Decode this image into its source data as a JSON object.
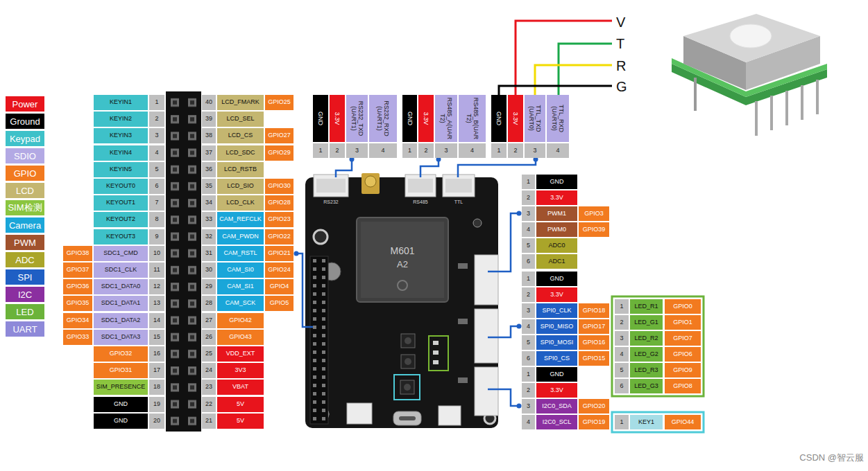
{
  "diagram": {
    "labels": [
      "V",
      "T",
      "R",
      "G",
      "GND",
      "3.3V",
      "RS232_TXD (UART1)",
      "RS232_RXD (UART1)",
      "1",
      "2",
      "3",
      "4",
      "GND",
      "3.3V",
      "RS485_A(UART2)",
      "RS485_B(UART2)",
      "1",
      "2",
      "3",
      "4",
      "GND",
      "3.3V",
      "TTL_TXD (UART0)",
      "TTL_RXD (UART0)",
      "1",
      "2",
      "3",
      "4",
      "KEYIN1",
      "1",
      "40",
      "LCD_FMARK",
      "GPIO25",
      "KEYIN2",
      "2",
      "39",
      "LCD_SEL",
      "KEYIN3",
      "3",
      "38",
      "LCD_CS",
      "GPIO27",
      "KEYIN4",
      "4",
      "37",
      "LCD_SDC",
      "GPIO29",
      "KEYIN5",
      "5",
      "36",
      "LCD_RSTB",
      "KEYOUT0",
      "6",
      "35",
      "LCD_SIO",
      "GPIO30",
      "KEYOUT1",
      "7",
      "34",
      "LCD_CLK",
      "GPIO28",
      "KEYOUT2",
      "8",
      "33",
      "CAM_REFCLK",
      "GPIO23",
      "KEYOUT3",
      "9",
      "32",
      "CAM_PWDN",
      "GPIO22",
      "GPIO38",
      "SDC1_CMD",
      "10",
      "31",
      "CAM_RSTL",
      "GPIO21",
      "GPIO37",
      "SDC1_CLK",
      "11",
      "30",
      "CAM_SI0",
      "GPIO24",
      "GPIO36",
      "SDC1_DATA0",
      "12",
      "29",
      "CAM_SI1",
      "GPIO4",
      "GPIO35",
      "SDC1_DATA1",
      "13",
      "28",
      "CAM_SCK",
      "GPIO5",
      "GPIO34",
      "SDC1_DATA2",
      "14",
      "27",
      "GPIO42",
      "GPIO33",
      "SDC1_DATA3",
      "15",
      "26",
      "GPIO43",
      "GPIO32",
      "16",
      "25",
      "VDD_EXT",
      "GPIO31",
      "17",
      "24",
      "3V3",
      "SIM_PRESENCE",
      "18",
      "23",
      "VBAT",
      "GND",
      "19",
      "22",
      "5V",
      "GND",
      "20",
      "21",
      "5V",
      "RS232",
      "RS485",
      "TTL",
      "M601",
      "A2",
      "1",
      "GND",
      "2",
      "3.3V",
      "3",
      "PWM1",
      "GPIO3",
      "4",
      "PWM0",
      "GPIO39",
      "5",
      "ADC0",
      "6",
      "ADC1",
      "1",
      "GND",
      "2",
      "3.3V",
      "3",
      "SPI0_CLK",
      "GPIO18",
      "4",
      "SPI0_MISO",
      "GPIO17",
      "5",
      "SPI0_MOSI",
      "GPIO16",
      "6",
      "SPI0_CS",
      "GPIO15",
      "1",
      "GND",
      "2",
      "3.3V",
      "3",
      "I2C0_SDA",
      "GPIO20",
      "4",
      "I2C0_SCL",
      "GPIO19",
      "1",
      "LED_R1",
      "GPIO0",
      "2",
      "LED_G1",
      "GPIO1",
      "3",
      "LED_R2",
      "GPIO7",
      "4",
      "LED_G2",
      "GPIO6",
      "5",
      "LED_R3",
      "GPIO9",
      "6",
      "LED_G3",
      "GPIO8",
      "1",
      "KEY1",
      "GPIO44",
      "CSDN @智云服"
    ],
    "legend": [
      {
        "text": "Power",
        "color": "#e8141c"
      },
      {
        "text": "Ground",
        "color": "#000000"
      },
      {
        "text": "Keypad",
        "color": "#3ec1c9"
      },
      {
        "text": "SDIO",
        "color": "#b3a9e4"
      },
      {
        "text": "GPIO",
        "color": "#f27a1f"
      },
      {
        "text": "LCD",
        "color": "#c4b670"
      },
      {
        "text": "SIM检测",
        "color": "#8bc53f"
      },
      {
        "text": "Camera",
        "color": "#1aa6d9"
      },
      {
        "text": "PWM",
        "color": "#a0522d"
      },
      {
        "text": "ADC",
        "color": "#aaa52a"
      },
      {
        "text": "SPI",
        "color": "#1f5fc4"
      },
      {
        "text": "I2C",
        "color": "#8b2fa0"
      },
      {
        "text": "LED",
        "color": "#6bb33a"
      },
      {
        "text": "UART",
        "color": "#8e89d9"
      }
    ]
  }
}
